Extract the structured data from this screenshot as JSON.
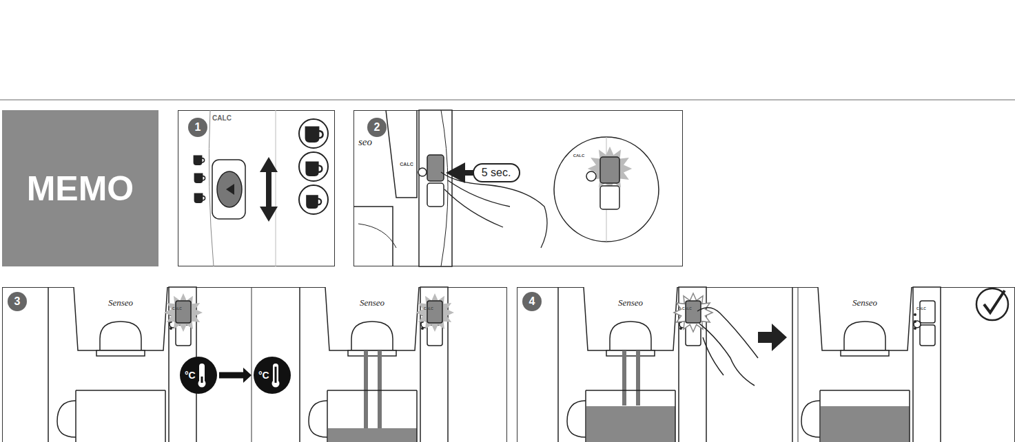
{
  "diagram": {
    "nodes": [
      {
        "text": [
          "MEMO"
        ]
      },
      {
        "text": [
          "1"
        ]
      },
      {
        "text": [
          "2"
        ]
      },
      {
        "text": [
          "5 sec."
        ]
      },
      {
        "text": [
          "3"
        ]
      },
      {
        "text": [
          "°C"
        ]
      },
      {
        "text": [
          "°C"
        ]
      },
      {
        "text": [
          "4"
        ]
      }
    ],
    "edges": [
      {
        "from": 5,
        "to": 6,
        "arrow": "to"
      }
    ],
    "labels": [
      "CALC",
      "seo",
      "CALC",
      "CALC",
      "Senseo",
      "CALC",
      "Senseo",
      "CALC",
      "Senseo",
      "CALC",
      "Senseo",
      "CALC"
    ]
  }
}
